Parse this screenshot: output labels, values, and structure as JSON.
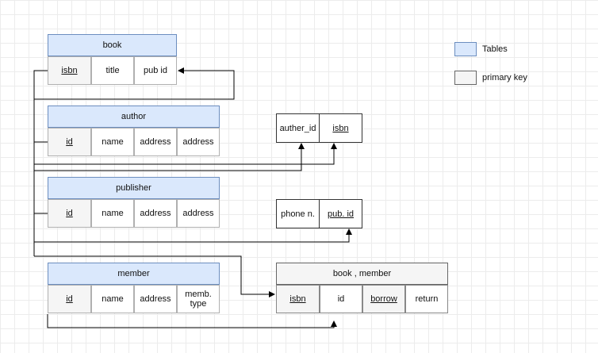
{
  "tables": {
    "book": {
      "title": "book",
      "cols": [
        "isbn",
        "title",
        "pub id"
      ]
    },
    "author": {
      "title": "author",
      "cols": [
        "id",
        "name",
        "address",
        "address"
      ]
    },
    "publisher": {
      "title": "publisher",
      "cols": [
        "id",
        "name",
        "address",
        "address"
      ]
    },
    "member": {
      "title": "member",
      "cols": [
        "id",
        "name",
        "address",
        "memb. type"
      ]
    },
    "book_member": {
      "title": "book , member",
      "cols": [
        "isbn",
        "id",
        "borrow",
        "return"
      ]
    }
  },
  "relations": {
    "auther_isbn": {
      "cols": [
        "auther_id",
        "isbn"
      ]
    },
    "phone_pub": {
      "cols": [
        "phone n.",
        "pub. id"
      ]
    }
  },
  "legend": {
    "tables": {
      "label": "Tables",
      "color": "#dae8fc"
    },
    "primary_key": {
      "label": "primary key",
      "color": "#f5f5f5"
    }
  }
}
